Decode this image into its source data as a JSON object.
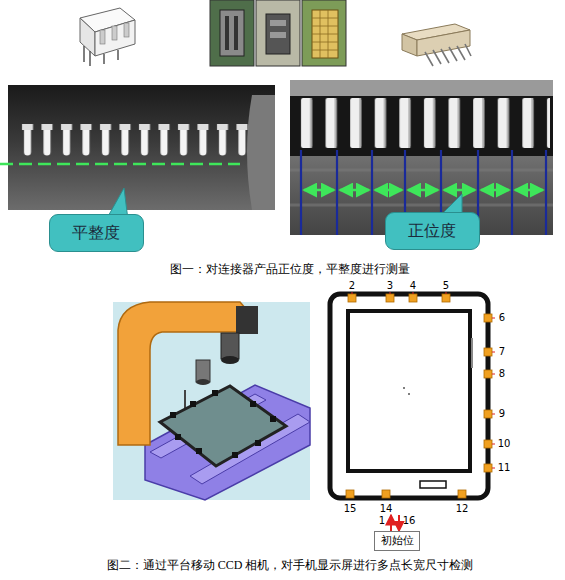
{
  "diagram": {
    "nodes": [
      {
        "text": [
          "平整度"
        ]
      },
      {
        "text": [
          "正位度"
        ]
      },
      {
        "text": [
          "初始位"
        ]
      }
    ],
    "labels": [
      "图一：对连接器产品正位度，平整度进行测量",
      "2",
      "3",
      "4",
      "5",
      "6",
      "7",
      "8",
      "9",
      "10",
      "11",
      "15",
      "14",
      "12",
      "1",
      "16",
      "图二：通过平台移动 CCD 相机，对手机显示屏进行多点长宽尺寸检测"
    ]
  }
}
